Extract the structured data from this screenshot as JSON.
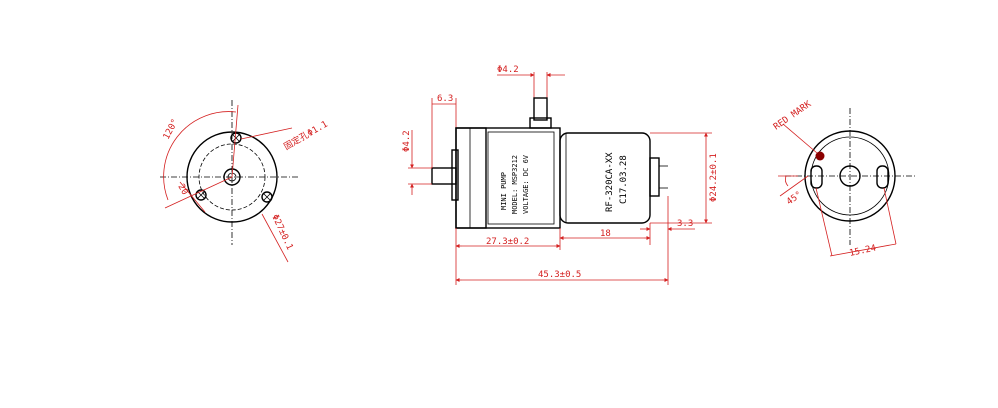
{
  "colors": {
    "dimension": "#d42020",
    "outline": "#000000",
    "background": "#ffffff",
    "red_dot": "#8b0000"
  },
  "left_view": {
    "angle_label": "120°",
    "hole_label": "固定孔Φ1.1",
    "pcd_label": "20",
    "diameter_label": "Φ27±0.1"
  },
  "side_view": {
    "shaft_diameter": "Φ4.2",
    "shaft_diameter_side": "Φ4.2",
    "shaft_length": "6.3",
    "pump_label": {
      "line1": "MINI PUMP",
      "line2": "MODEL: MSP3212",
      "line3": "VOLTAGE: DC 6V"
    },
    "motor_label": {
      "line1": "RF-320CA-XX",
      "line2": "C17.03.28"
    },
    "motor_diameter": "Φ24.2±0.1",
    "pump_length": "27.3±0.2",
    "motor_length": "18",
    "terminal_length": "3.3",
    "total_length": "45.3±0.5"
  },
  "right_view": {
    "red_mark_label": "RED MARK",
    "angle_label": "45°",
    "spacing_label": "15.24"
  }
}
